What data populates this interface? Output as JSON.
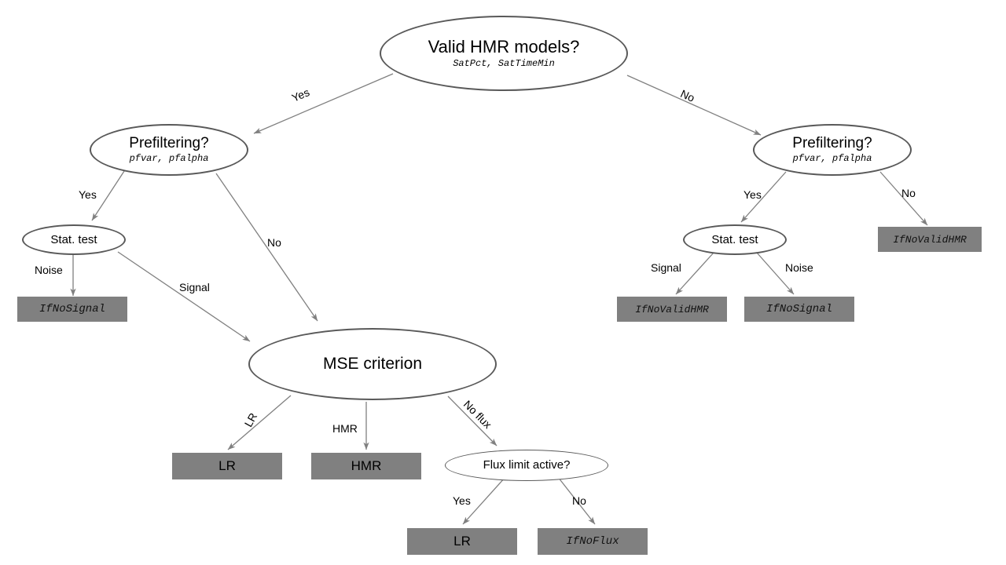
{
  "diagram": {
    "title": "HMR flux calculation decision tree",
    "background": "#ffffff",
    "ellipse_stroke": "#595959",
    "box_fill": "#808080",
    "edge_stroke": "#808080",
    "text_color": "#000000"
  },
  "nodes": {
    "root": {
      "label": "Valid HMR models?",
      "params": "SatPct, SatTimeMin",
      "shape": "ellipse"
    },
    "prefilter_left": {
      "label": "Prefiltering?",
      "params": "pfvar, pfalpha",
      "shape": "ellipse"
    },
    "prefilter_right": {
      "label": "Prefiltering?",
      "params": "pfvar, pfalpha",
      "shape": "ellipse"
    },
    "stat_test_left": {
      "label": "Stat. test",
      "shape": "ellipse"
    },
    "stat_test_right": {
      "label": "Stat. test",
      "shape": "ellipse"
    },
    "mse": {
      "label": "MSE criterion",
      "shape": "ellipse"
    },
    "flux_limit": {
      "label": "Flux limit active?",
      "shape": "ellipse"
    },
    "if_no_signal_left": {
      "label": "IfNoSignal",
      "shape": "box"
    },
    "if_no_valid_hmr_right": {
      "label": "IfNoValidHMR",
      "shape": "box"
    },
    "if_no_valid_hmr_mid": {
      "label": "IfNoValidHMR",
      "shape": "box"
    },
    "if_no_signal_right": {
      "label": "IfNoSignal",
      "shape": "box"
    },
    "lr_box": {
      "label": "LR",
      "shape": "box"
    },
    "hmr_box": {
      "label": "HMR",
      "shape": "box"
    },
    "lr_box_flux": {
      "label": "LR",
      "shape": "box"
    },
    "if_no_flux": {
      "label": "IfNoFlux",
      "shape": "box"
    }
  },
  "edge_labels": {
    "root_yes": "Yes",
    "root_no": "No",
    "prefilter_left_yes": "Yes",
    "prefilter_left_no": "No",
    "prefilter_right_yes": "Yes",
    "prefilter_right_no": "No",
    "stat_left_noise": "Noise",
    "stat_left_signal": "Signal",
    "stat_right_signal": "Signal",
    "stat_right_noise": "Noise",
    "mse_lr": "LR",
    "mse_hmr": "HMR",
    "mse_no_flux": "No flux",
    "flux_yes": "Yes",
    "flux_no": "No"
  }
}
